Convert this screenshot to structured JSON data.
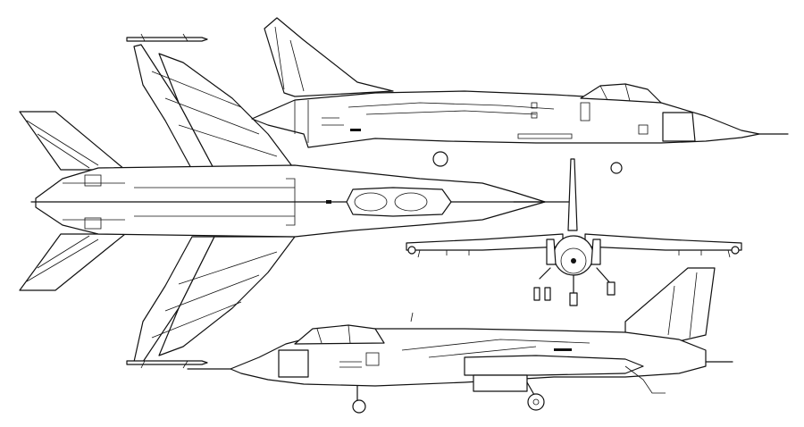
{
  "views": [
    {
      "id": "side-view-upper",
      "label": ""
    },
    {
      "id": "plan-view",
      "label": ""
    },
    {
      "id": "front-view",
      "label": ""
    },
    {
      "id": "side-view-lower",
      "label": ""
    }
  ],
  "colors": {
    "line": "#111111",
    "background": "#ffffff"
  }
}
